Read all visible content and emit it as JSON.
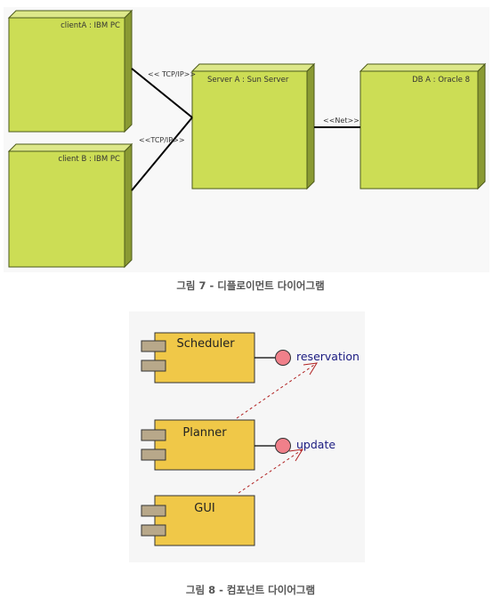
{
  "deployment": {
    "nodes": {
      "client_a": "clientA : IBM PC",
      "client_b": "client B : IBM PC",
      "server_a": "Server A : Sun Server",
      "db_a": "DB A : Oracle 8"
    },
    "links": {
      "tcp_ip_1": "<< TCP/IP>>",
      "tcp_ip_2": "<<TCP/IP>>",
      "net": "<<Net>>"
    },
    "caption": "그림 7 - 디플로이먼트 다이어그램",
    "colors": {
      "node_face": "#ccdd55",
      "node_side": "#8a9a33"
    }
  },
  "component": {
    "components": {
      "scheduler": "Scheduler",
      "planner": "Planner",
      "gui": "GUI"
    },
    "interfaces": {
      "reservation": "reservation",
      "update": "update"
    },
    "caption": "그림 8 - 컴포넌트 다이어그램",
    "colors": {
      "component_face": "#f0c848",
      "interface": "#f0808a",
      "port": "#b8a88a"
    }
  }
}
